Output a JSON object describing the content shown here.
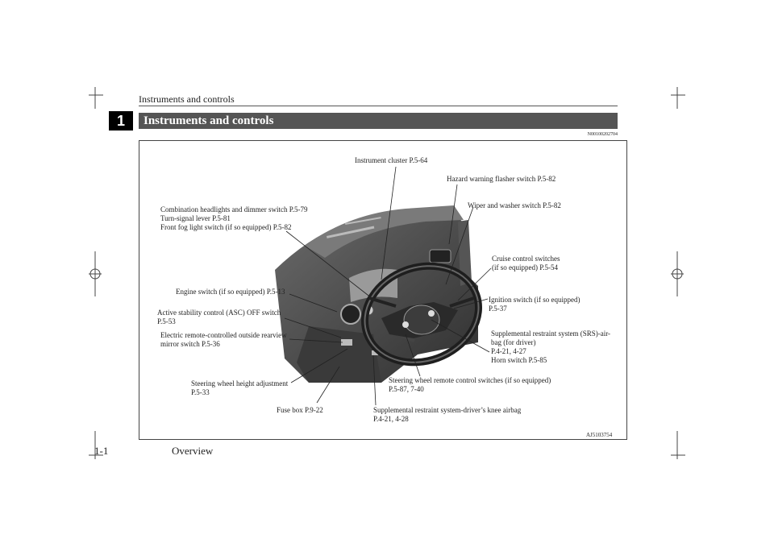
{
  "header": {
    "running_title": "Instruments and controls",
    "chapter_number": "1",
    "section_title": "Instruments and controls",
    "doc_code": "N00100202704"
  },
  "figure": {
    "code": "AJ5103754",
    "callouts": {
      "instrument_cluster": "Instrument cluster P.5-64",
      "hazard_switch": "Hazard warning flasher switch P.5-82",
      "wiper_switch": "Wiper and washer switch P.5-82",
      "combination_l1": "Combination headlights and dimmer switch P.5-79",
      "combination_l2": "Turn-signal lever P.5-81",
      "combination_l3": "Front fog light switch (if so equipped) P.5-82",
      "cruise_l1": "Cruise control switches",
      "cruise_l2": "(if so equipped) P.5-54",
      "engine_switch": "Engine switch (if so equipped) P.5-13",
      "ignition_l1": "Ignition switch (if so equipped)",
      "ignition_l2": "P.5-37",
      "asc_l1": "Active stability control (ASC) OFF switch",
      "asc_l2": "P.5-53",
      "mirror_l1": "Electric remote-controlled outside rearview",
      "mirror_l2": "mirror switch P.5-36",
      "srs_l1": "Supplemental restraint system (SRS)-air-",
      "srs_l2": "bag (for driver)",
      "srs_l3": "P.4-21, 4-27",
      "srs_l4": "Horn switch P.5-85",
      "steering_height_l1": "Steering wheel height adjustment",
      "steering_height_l2": "P.5-33",
      "remote_l1": "Steering wheel remote control switches (if so equipped)",
      "remote_l2": "P.5-87, 7-40",
      "fuse_box": "Fuse box P.9-22",
      "knee_l1": "Supplemental restraint system-driver’s knee airbag",
      "knee_l2": "P.4-21, 4-28"
    }
  },
  "footer": {
    "page_number": "1-1",
    "section_title": "Overview"
  }
}
